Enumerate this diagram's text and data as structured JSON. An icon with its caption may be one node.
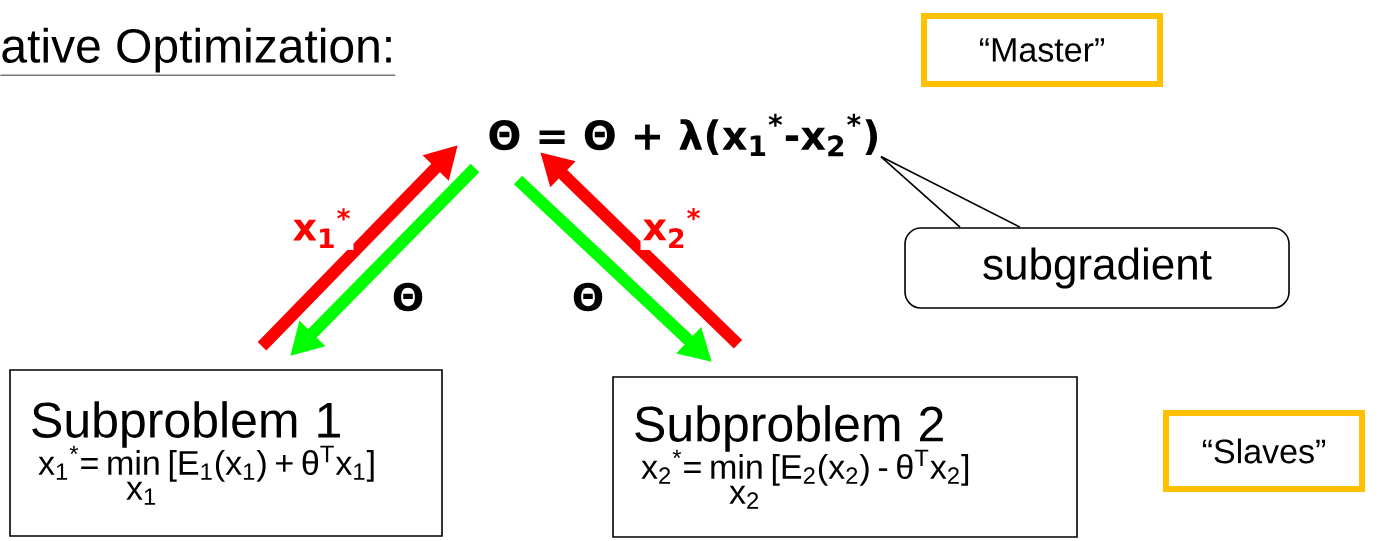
{
  "diagram": {
    "title": "ative Optimization:",
    "nodes": [
      {
        "text": [
          "Θ = Θ + λ(x$_{1}$$^{*}$-x$_{2}$$^{*}$)"
        ]
      },
      {
        "text": [
          "“Master”"
        ]
      },
      {
        "text": [
          "subgradient"
        ]
      },
      {
        "text": [
          "Subproblem 1",
          "x$_{1}$$^{*}$= min [E$_{1}$(x$_{1}$) + θ$^{T}$x$_{1}$]",
          "x$_{1}$"
        ]
      },
      {
        "text": [
          "Subproblem 2",
          "x$_{2}$$^{*}$= min [E$_{2}$(x$_{2}$) - θ$^{T}$x$_{2}$]",
          "x$_{2}$"
        ]
      },
      {
        "text": [
          "“Slaves”"
        ]
      }
    ],
    "edges": [
      {
        "from": 3,
        "to": 0,
        "arrow": "to",
        "label": "x$_{1}$$^{*}$",
        "color": "#ff0000"
      },
      {
        "from": 0,
        "to": 3,
        "arrow": "to",
        "label": "Θ",
        "color": "#00ff00"
      },
      {
        "from": 4,
        "to": 0,
        "arrow": "to",
        "label": "x$_{2}$$^{*}$",
        "color": "#ff0000"
      },
      {
        "from": 0,
        "to": 4,
        "arrow": "to",
        "label": "Θ",
        "color": "#00ff00"
      },
      {
        "from": 2,
        "to": 0,
        "arrow": "none",
        "color": "#000000"
      }
    ]
  }
}
